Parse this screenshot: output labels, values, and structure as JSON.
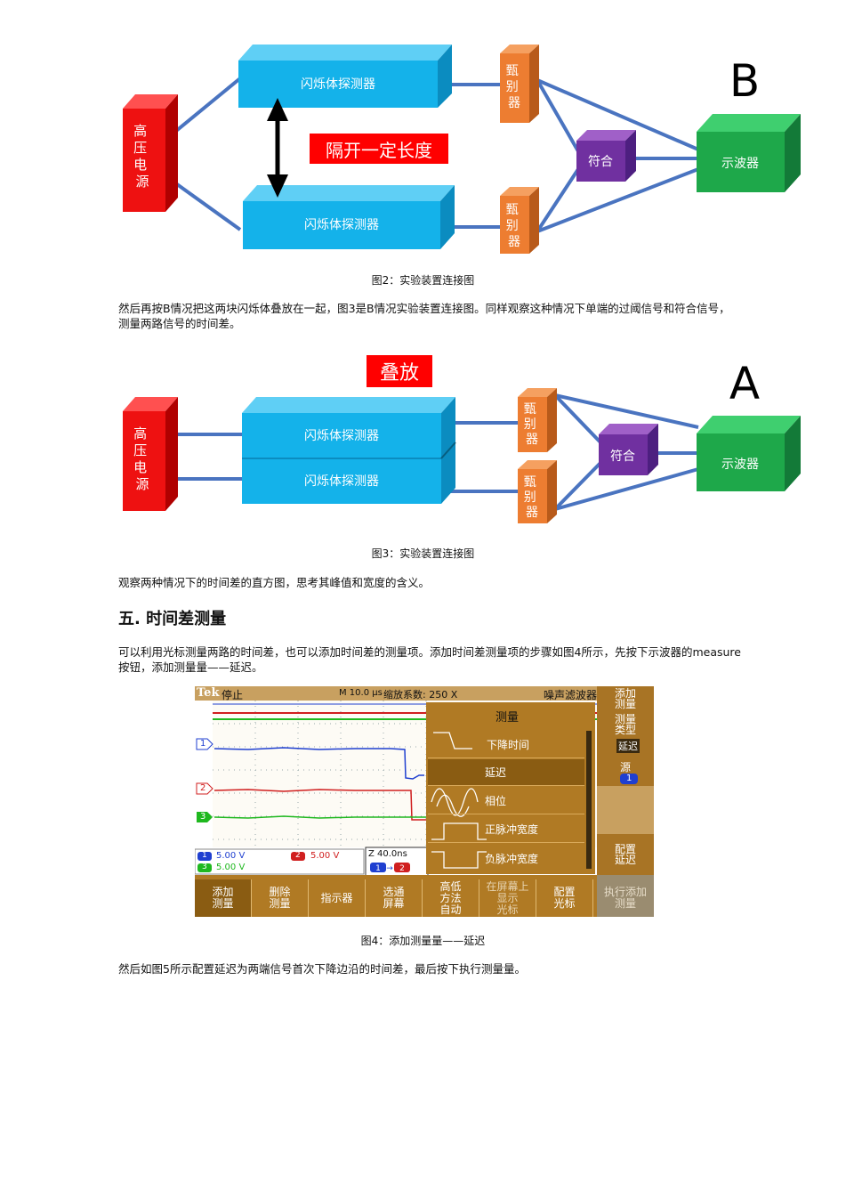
{
  "figure2": {
    "diagram_letter": "B",
    "hv_source": "高压电源",
    "detector_top": "闪烁体探测器",
    "detector_bottom": "闪烁体探测器",
    "discriminator": "甄别器",
    "coincidence": "符合",
    "oscilloscope": "示波器",
    "separation_label": "隔开一定长度",
    "caption": "图2：实验装置连接图"
  },
  "paragraph1": "然后再按B情况把这两块闪烁体叠放在一起，图3是B情况实验装置连接图。同样观察这种情况下单端的过阈信号和符合信号，测量两路信号的时间差。",
  "figure3": {
    "diagram_letter": "A",
    "stack_label": "叠放",
    "hv_source": "高压电源",
    "detector_top": "闪烁体探测器",
    "detector_bottom": "闪烁体探测器",
    "discriminator": "甄别器",
    "coincidence": "符合",
    "oscilloscope": "示波器",
    "caption": "图3：实验装置连接图"
  },
  "paragraph2": "观察两种情况下的时间差的直方图，思考其峰值和宽度的含义。",
  "section_heading": "五. 时间差测量",
  "paragraph3": "可以利用光标测量两路的时间差，也可以添加时间差的测量项。添加时间差测量项的步骤如图4所示，先按下示波器的measure按钮，添加测量量——延迟。",
  "scope": {
    "brand": "Tek",
    "state": "停止",
    "timebase": "M 10.0 µs",
    "zoom_factor": "缩放系数: 250 X",
    "filter": "噪声滤波器",
    "ch1_scale": "5.00 V",
    "ch2_scale": "5.00 V",
    "ch3_scale": "5.00 V",
    "zoom_time": "Z 40.0ns",
    "ch_labels": [
      "1",
      "2",
      "3"
    ],
    "menu_title": "测量",
    "menu_items": [
      "下降时间",
      "延迟",
      "相位",
      "正脉冲宽度",
      "负脉冲宽度"
    ],
    "menu_selected": "延迟",
    "side": {
      "add": "添加\n测量",
      "type_label": "测量\n类型",
      "type_value": "延迟",
      "source_label": "源",
      "source_value": "1",
      "config": "配置\n延迟"
    },
    "bottom": [
      "添加\n测量",
      "删除\n测量",
      "指示器",
      "选通\n屏幕",
      "高低\n方法\n自动",
      "在屏幕上\n显示\n光标",
      "配置\n光标",
      "执行添加\n测量"
    ],
    "colors": {
      "ch1": "#1f3fd0",
      "ch2": "#d01f1f",
      "ch3": "#1fb81f",
      "menu": "#b07a24",
      "menu_dark": "#8a5c12"
    }
  },
  "figure4_caption": "图4：添加测量量——延迟",
  "paragraph4": "然后如图5所示配置延迟为两端信号首次下降边沿的时间差，最后按下执行测量量。"
}
